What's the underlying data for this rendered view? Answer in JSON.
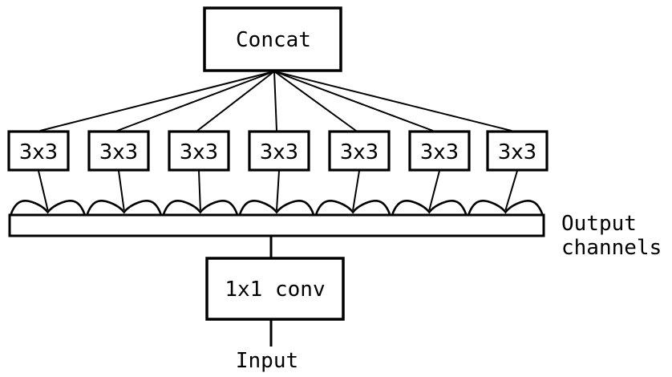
{
  "colors": {
    "ink": "#000000",
    "background": "#ffffff"
  },
  "diagram": {
    "concat": {
      "label": "Concat"
    },
    "conv_layers": [
      {
        "label": "3x3"
      },
      {
        "label": "3x3"
      },
      {
        "label": "3x3"
      },
      {
        "label": "3x3"
      },
      {
        "label": "3x3"
      },
      {
        "label": "3x3"
      },
      {
        "label": "3x3"
      }
    ],
    "channel_bar": {
      "label_line1": "Output",
      "label_line2": "channels"
    },
    "conv1x1": {
      "label": "1x1 conv"
    },
    "input": {
      "label": "Input"
    }
  }
}
